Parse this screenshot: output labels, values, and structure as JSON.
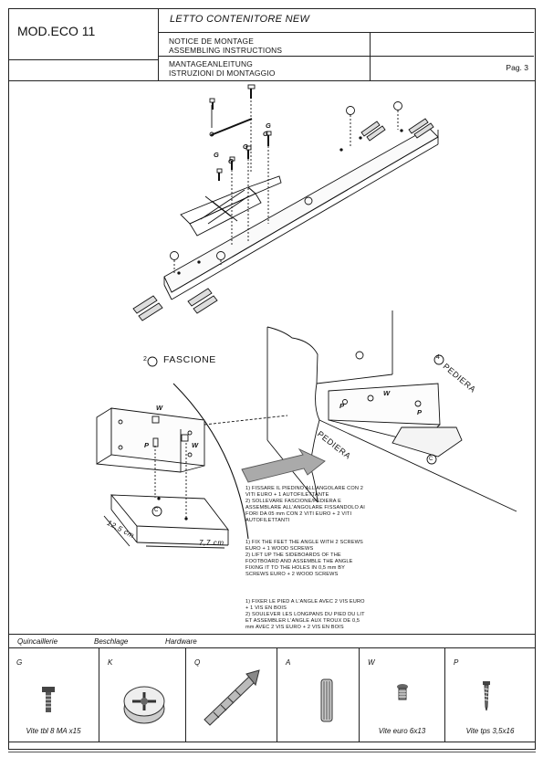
{
  "header": {
    "model": "MOD.ECO 11",
    "title": "LETTO CONTENITORE NEW",
    "languages": [
      "NOTICE DE MONTAGE",
      "ASSEMBLING INSTRUCTIONS",
      "MANTAGEANLEITUNG",
      "ISTRUZIONI DI MONTAGGIO"
    ],
    "page": "Pag. 3"
  },
  "drawing": {
    "label_fascione": "FASCIONE",
    "num_fascione": "2",
    "label_pediera": "PEDIERA",
    "num_pediera": "4",
    "label_pediera_side": "PEDIERA",
    "label_w1": "W",
    "label_w2": "W",
    "label_w3": "W",
    "label_p1": "P",
    "label_p2": "P",
    "label_p3": "P",
    "label_c1": "C",
    "label_c2": "C",
    "label_g": "G",
    "dim_width": "12,5 cm",
    "dim_depth": "7,7 cm"
  },
  "instructions": {
    "it": [
      "1) FISSARE IL PIEDINO ALL'ANGOLARE CON 2",
      "VITI EURO + 1 AUTOFILETTANTE",
      "2) SOLLEVARE FASCIONE/PEDIERA E",
      "ASSEMBLARE ALL'ANGOLARE FISSANDOLO AI",
      "FORI DA 05 mm CON 2 VITI EURO + 2 VITI",
      "AUTOFILETTANTI"
    ],
    "en": [
      "1) FIX THE FEET THE ANGLE WITH 2 SCREWS",
      "EURO + 1 WOOD SCREWS",
      "2) LIFT UP THE SIDEBOARDS OF THE",
      "FOOTBOARD AND ASSEMBLE THE ANGLE",
      "FIXING IT TO THE HOLES IN 0,5 mm BY",
      "SCREWS EURO + 2 WOOD SCREWS"
    ],
    "fr": [
      "1) FIXER LE PIED A L'ANGLE AVEC 2 VIS EURO",
      "+ 1 VIS EN BOIS",
      "2) SOULEVER LES LONGPANS DU PIED DU LIT",
      "ET ASSEMBLER L'ANGLE AUX TROUX DE 0,5",
      "mm AVEC 2 VIS EURO + 2 VIS EN BOIS"
    ]
  },
  "hardware": {
    "headers": [
      "Quincaillerie",
      "Beschlage",
      "Hardware"
    ],
    "items": [
      {
        "code": "G",
        "caption": "Vite tbl 8 MA x15",
        "icon": "bolt-icon"
      },
      {
        "code": "K",
        "caption": "",
        "icon": "cam-lock-icon"
      },
      {
        "code": "Q",
        "caption": "",
        "icon": "anchor-bolt-icon"
      },
      {
        "code": "A",
        "caption": "",
        "icon": "wood-dowel-icon"
      },
      {
        "code": "W",
        "caption": "Vite euro 6x13",
        "icon": "euro-screw-icon"
      },
      {
        "code": "P",
        "caption": "Vite tps 3,5x16",
        "icon": "wood-screw-icon"
      }
    ]
  }
}
